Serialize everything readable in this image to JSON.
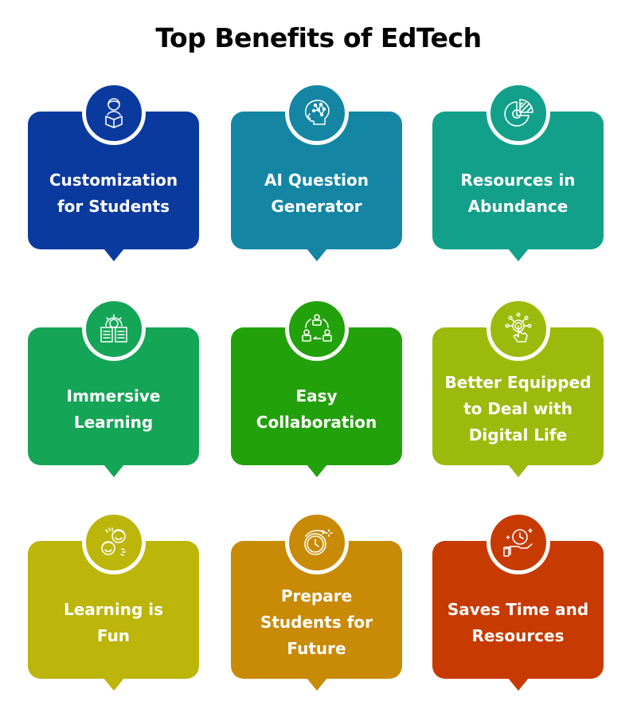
{
  "title": "Top Benefits of EdTech",
  "cards": [
    {
      "label": "Customization\nfor Students",
      "icon": "student-reading-icon",
      "color": "#0A3A9E"
    },
    {
      "label": "AI Question\nGenerator",
      "icon": "ai-brain-head-icon",
      "color": "#1486A4"
    },
    {
      "label": "Resources in\nAbundance",
      "icon": "pie-chart-icon",
      "color": "#13A08A"
    },
    {
      "label": "Immersive\nLearning",
      "icon": "book-lightbulb-gear-icon",
      "color": "#14A556"
    },
    {
      "label": "Easy\nCollaboration",
      "icon": "people-collaboration-icon",
      "color": "#22A10A"
    },
    {
      "label": "Better Equipped\nto Deal with\nDigital Life",
      "icon": "touch-network-icon",
      "color": "#9CBA0B"
    },
    {
      "label": "Learning is\nFun",
      "icon": "laughing-faces-icon",
      "color": "#BCB50A"
    },
    {
      "label": "Prepare\nStudents for\nFuture",
      "icon": "clock-future-icon",
      "color": "#C98A06"
    },
    {
      "label": "Saves Time and\nResources",
      "icon": "hand-clock-icon",
      "color": "#C73A02"
    }
  ]
}
